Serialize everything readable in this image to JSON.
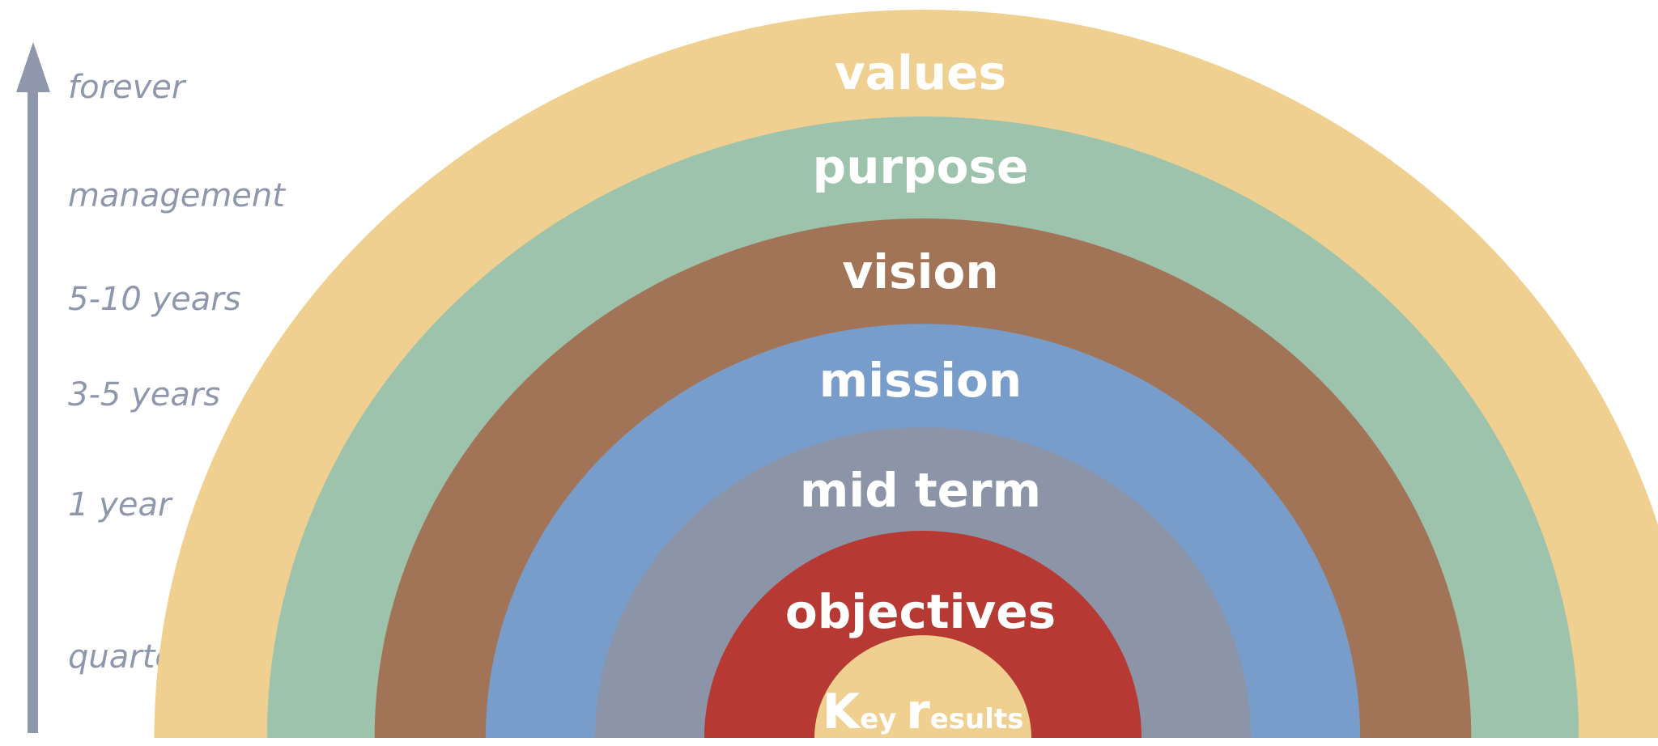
{
  "timeline": {
    "labels": [
      "forever",
      "management",
      "5-10 years",
      "3-5 years",
      "1 year",
      "quarter"
    ]
  },
  "layers": [
    {
      "label": "values",
      "color": "#f0d090"
    },
    {
      "label": "purpose",
      "color": "#9dc3ad"
    },
    {
      "label": "vision",
      "color": "#a27457"
    },
    {
      "label": "mission",
      "color": "#799dca"
    },
    {
      "label": "mid term",
      "color": "#8c94a8"
    },
    {
      "label": "objectives",
      "color": "#b63a33"
    }
  ],
  "core": {
    "label_big_k": "K",
    "label_small_ey": "ey ",
    "label_big_r": "r",
    "label_small_esults": "esults",
    "color": "#f0d090"
  },
  "colors": {
    "arrow": "#8f97ad",
    "label_text": "#8f97ad",
    "ring_text": "#ffffff"
  }
}
